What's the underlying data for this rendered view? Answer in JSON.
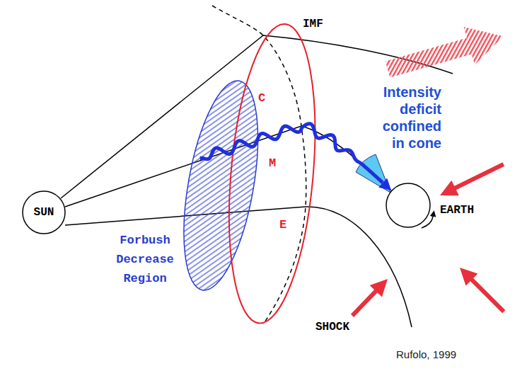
{
  "diagram": {
    "nodes": [
      {
        "text": [
          "SUN"
        ]
      },
      {
        "text": [
          "Forbush Decrease Region"
        ]
      },
      {
        "text": [
          "C",
          "M",
          "E"
        ]
      },
      {
        "text": [
          "EARTH"
        ]
      }
    ],
    "edges": [
      {
        "from": 1,
        "to": 3,
        "arrow": "to"
      }
    ],
    "labels": [
      "IMF",
      "Intensity deficit confined in cone",
      "SHOCK",
      "Rufolo, 1999"
    ]
  }
}
